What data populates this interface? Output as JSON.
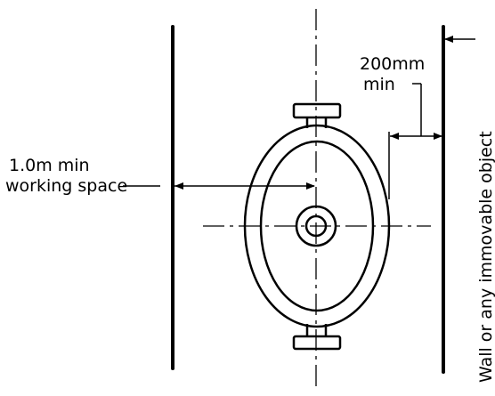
{
  "labels": {
    "clearance_line1": "200mm",
    "clearance_line2": "min",
    "working_space_line1": "1.0m  min",
    "working_space_line2": "working  space",
    "wall_caption": "Wall  or  any  immovable  object"
  },
  "colors": {
    "ink": "#000000",
    "background": "#ffffff"
  }
}
